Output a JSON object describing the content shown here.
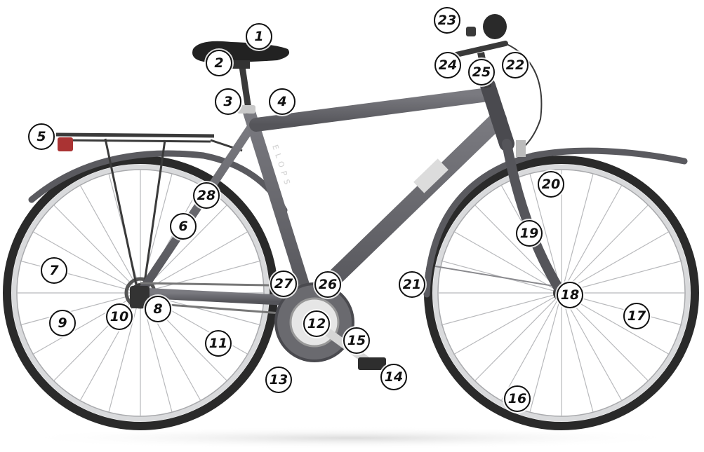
{
  "diagram": {
    "subject": "men's trekking bicycle, side view, numbered parts",
    "colors": {
      "frame": "#6b6b70",
      "frame_dark": "#4a4a4f",
      "tire": "#2a2a2a",
      "rim": "#d9dadc",
      "spoke": "#b8b9bc",
      "saddle": "#222222",
      "rack": "#3a3a3a",
      "callout_border": "#111111",
      "callout_fill": "#ffffff"
    },
    "frame_decal": "ELOPS",
    "callouts": [
      {
        "id": "c1",
        "label": "1",
        "part": "saddle"
      },
      {
        "id": "c2",
        "label": "2",
        "part": "saddle-clamp"
      },
      {
        "id": "c3",
        "label": "3",
        "part": "seat-post"
      },
      {
        "id": "c4",
        "label": "4",
        "part": "seat-post-quick-release"
      },
      {
        "id": "c5",
        "label": "5",
        "part": "rear-reflector"
      },
      {
        "id": "c6",
        "label": "6",
        "part": "seat-stay"
      },
      {
        "id": "c7",
        "label": "7",
        "part": "rear-rim"
      },
      {
        "id": "c8",
        "label": "8",
        "part": "rear-derailleur"
      },
      {
        "id": "c9",
        "label": "9",
        "part": "rear-tire"
      },
      {
        "id": "c10",
        "label": "10",
        "part": "rear-hub"
      },
      {
        "id": "c11",
        "label": "11",
        "part": "chain"
      },
      {
        "id": "c12",
        "label": "12",
        "part": "chainring"
      },
      {
        "id": "c13",
        "label": "13",
        "part": "chain-guard"
      },
      {
        "id": "c14",
        "label": "14",
        "part": "pedal"
      },
      {
        "id": "c15",
        "label": "15",
        "part": "crank"
      },
      {
        "id": "c16",
        "label": "16",
        "part": "front-tire"
      },
      {
        "id": "c17",
        "label": "17",
        "part": "front-rim"
      },
      {
        "id": "c18",
        "label": "18",
        "part": "front-hub"
      },
      {
        "id": "c19",
        "label": "19",
        "part": "fork"
      },
      {
        "id": "c20",
        "label": "20",
        "part": "front-brake"
      },
      {
        "id": "c21",
        "label": "21",
        "part": "front-mudguard"
      },
      {
        "id": "c22",
        "label": "22",
        "part": "brake-lever"
      },
      {
        "id": "c23",
        "label": "23",
        "part": "bell"
      },
      {
        "id": "c24",
        "label": "24",
        "part": "gear-shifter"
      },
      {
        "id": "c25",
        "label": "25",
        "part": "stem"
      },
      {
        "id": "c26",
        "label": "26",
        "part": "bottom-bracket"
      },
      {
        "id": "c27",
        "label": "27",
        "part": "chain-stay"
      },
      {
        "id": "c28",
        "label": "28",
        "part": "seat-tube"
      }
    ]
  }
}
